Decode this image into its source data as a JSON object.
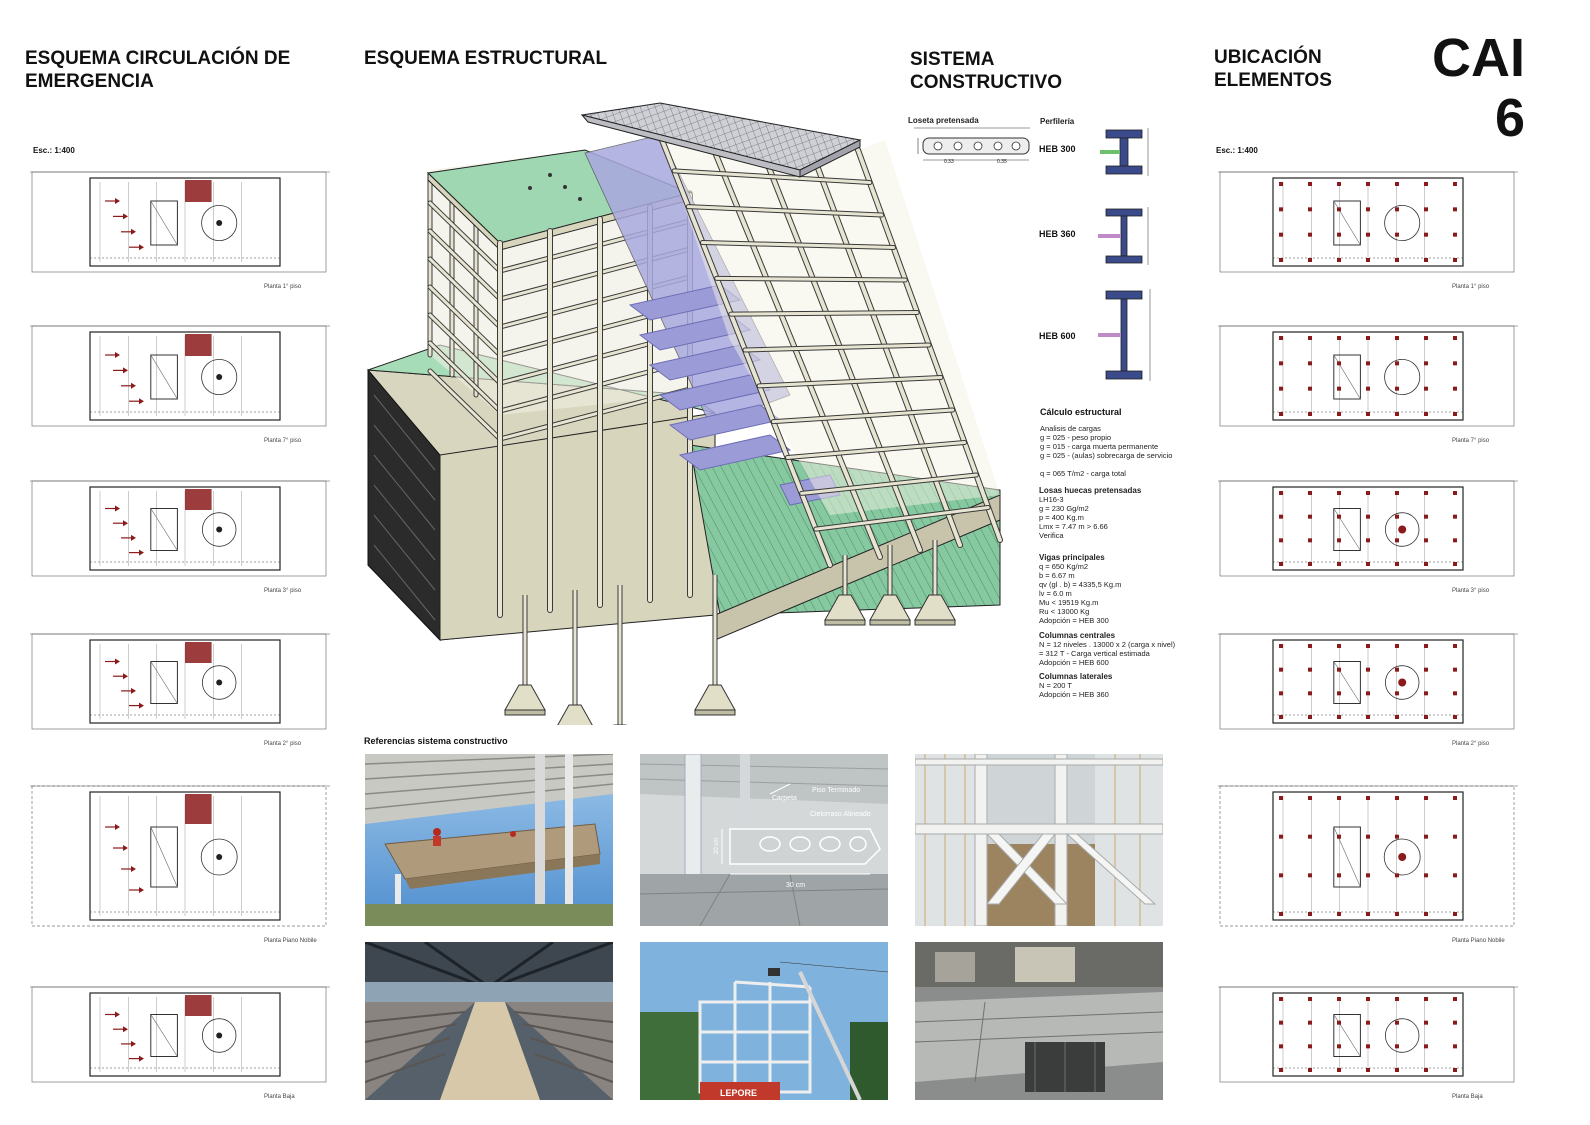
{
  "headers": {
    "emergency_line1": "ESQUEMA CIRCULACIÓN DE",
    "emergency_line2": "EMERGENCIA",
    "structural": "ESQUEMA ESTRUCTURAL",
    "system_line1": "SISTEMA",
    "system_line2": "CONSTRUCTIVO",
    "location_line1": "UBICACIÓN",
    "location_line2": "ELEMENTOS",
    "cai_line1": "CAI",
    "cai_line2": "6"
  },
  "scale_left": "Esc.: 1:400",
  "scale_right": "Esc.: 1:400",
  "plans_left": [
    "Planta 1° piso",
    "Planta 7° piso",
    "Planta 3° piso",
    "Planta 2° piso",
    "Planta Piano Nobile",
    "Planta Baja"
  ],
  "plans_right": [
    "Planta 1° piso",
    "Planta 7° piso",
    "Planta 3° piso",
    "Planta 2° piso",
    "Planta Piano Nobile",
    "Planta Baja"
  ],
  "system": {
    "loseta_label": "Loseta pretensada",
    "loseta_dim1": "0.33",
    "loseta_dim2": "0.35",
    "perfileria_label": "Perfilería",
    "heb300": "HEB 300",
    "heb360": "HEB 360",
    "heb600": "HEB 600"
  },
  "calc": {
    "title": "Cálculo estructural",
    "cargas": [
      "Analisis de cargas",
      "g = 025 - peso propio",
      "g = 015 - carga muerta permanente",
      "g = 025 - (aulas) sobrecarga de servicio",
      "",
      "q = 065 T/m2 - carga total"
    ],
    "losas": [
      "Losas huecas pretensadas",
      "LH16-3",
      "g = 230 Gg/m2",
      "p = 400 Kg.m",
      "Lmx = 7.47 m > 6.66",
      "Verifica"
    ],
    "vigas": [
      "Vigas principales",
      "q = 650 Kg/m2",
      "b = 6.67 m",
      "qv (gl . b) = 4335,5 Kg.m",
      "lv = 6.0 m",
      "Mu < 19519 Kg.m",
      "Ru < 13000 Kg",
      "Adopción = HEB 300"
    ],
    "col_centrales": [
      "Columnas centrales",
      "N = 12 niveles . 13000 x 2 (carga x nivel)",
      "= 312 T - Carga vertical estimada",
      "Adopción = HEB 600"
    ],
    "col_laterales": [
      "Columnas laterales",
      "N = 200 T",
      "Adopción = HEB 360"
    ]
  },
  "refs_title": "Referencias sistema constructivo",
  "photo2_labels": {
    "carpeta": "Carpeta",
    "terminado": "Piso Terminado",
    "cielorraso": "Cielorraso Alineado",
    "dim_h": "30 cm",
    "dim_v": "20 cm"
  },
  "photo5_sign": "LEPORE",
  "colors": {
    "slab_green": "#8fd0a8",
    "frame": "#e4e2cc",
    "glass": "#a9a9e0",
    "red": "#8b1a1a"
  }
}
